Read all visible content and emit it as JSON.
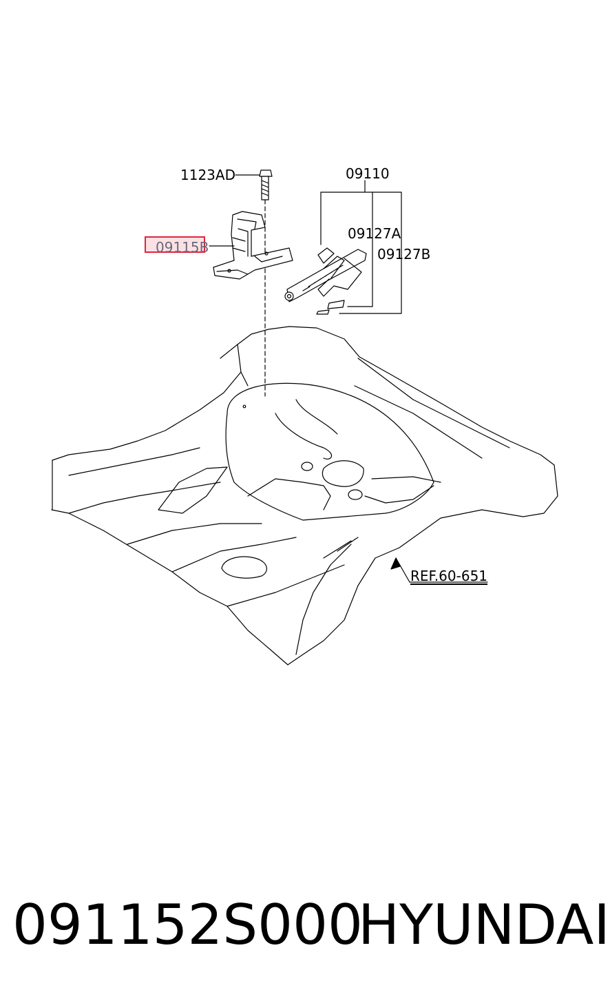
{
  "callouts": {
    "bolt": "1123AD",
    "jack_assembly": "09110",
    "handle_a": "09127A",
    "handle_b": "09127B",
    "bracket_highlighted": "09115B",
    "reference": "REF.60-651"
  },
  "footer": {
    "part_number": "091152S000",
    "brand": "HYUNDAI"
  },
  "colors": {
    "highlight_border": "#e0243b",
    "highlight_fill": "#fbe1e4",
    "line": "#000000"
  }
}
